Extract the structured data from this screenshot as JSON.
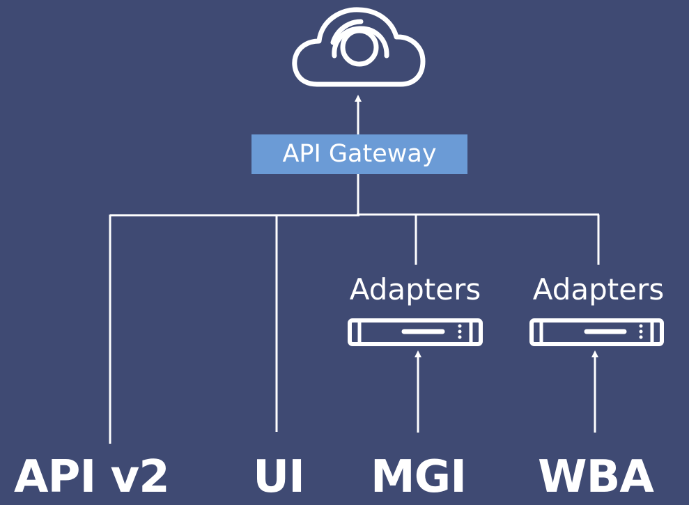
{
  "colors": {
    "background": "#3f4a73",
    "lines": "#ffffff",
    "gateway_box": "#6b9bd6"
  },
  "gateway": {
    "label": "API Gateway"
  },
  "adapters": [
    {
      "label": "Adapters",
      "icon": "server-icon"
    },
    {
      "label": "Adapters",
      "icon": "server-icon"
    }
  ],
  "sources": [
    {
      "label": "API v2"
    },
    {
      "label": "UI"
    },
    {
      "label": "MGI"
    },
    {
      "label": "WBA"
    }
  ],
  "icons": {
    "top": "cloud-icon"
  }
}
